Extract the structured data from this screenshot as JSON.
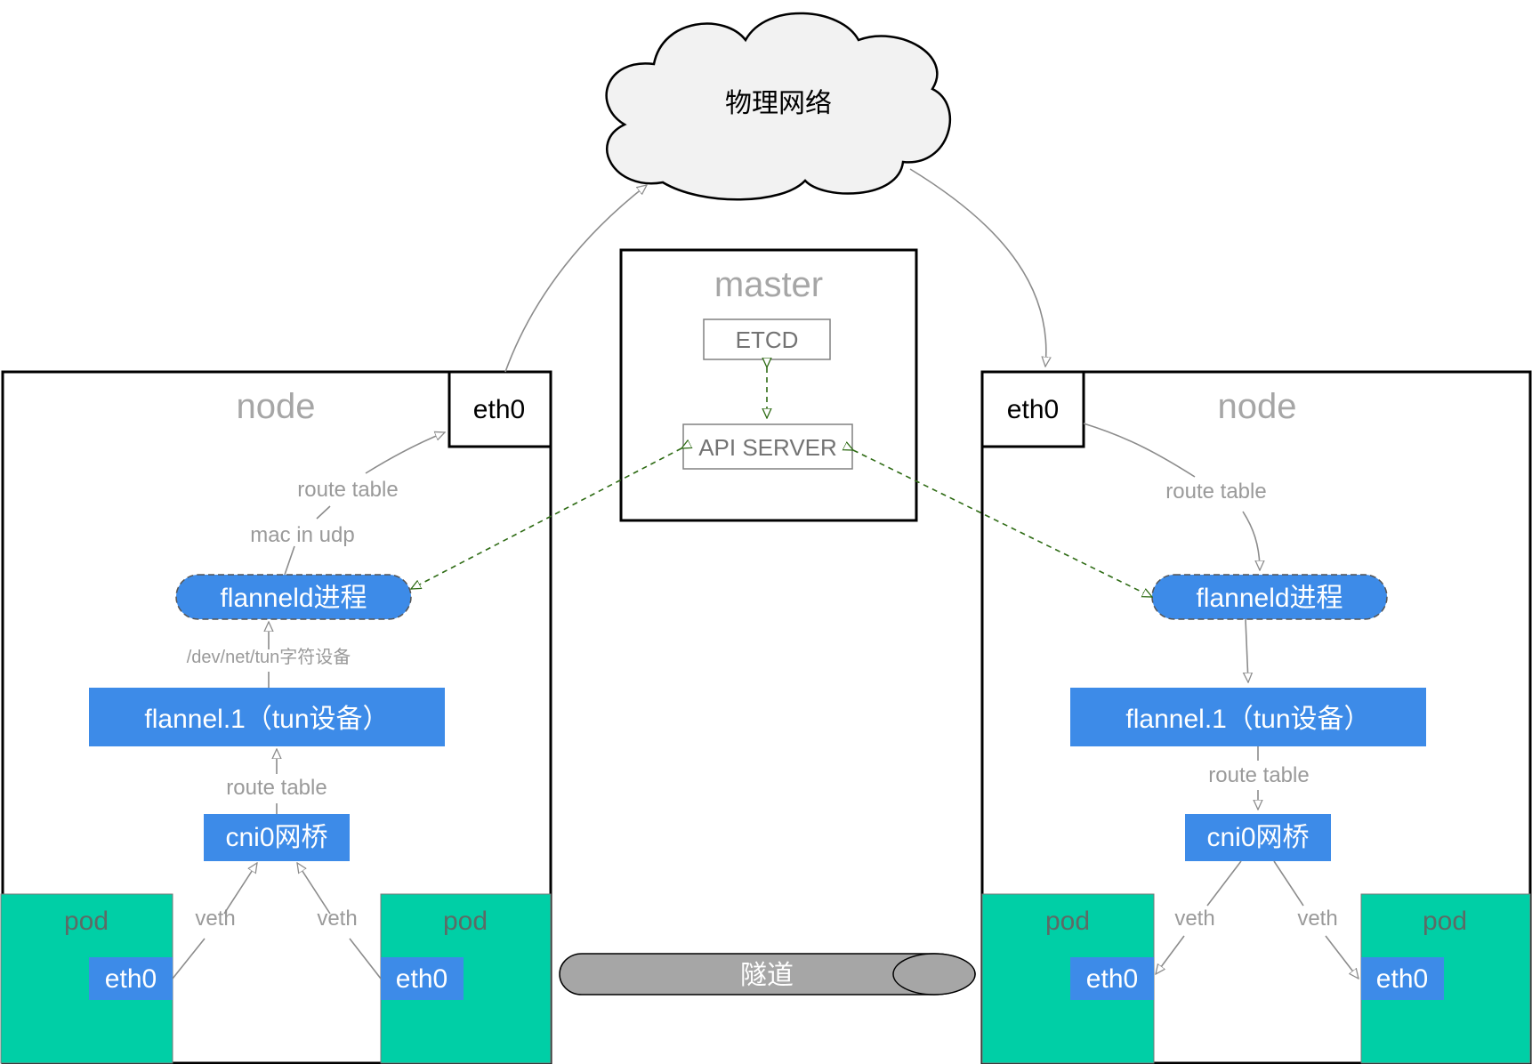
{
  "cloud": {
    "label": "物理网络"
  },
  "master": {
    "title": "master",
    "etcd": "ETCD",
    "api_server": "API SERVER"
  },
  "tunnel": {
    "label": "隧道"
  },
  "left_node": {
    "title": "node",
    "eth0": "eth0",
    "route_table_top": "route table",
    "mac_in_udp": "mac in udp",
    "flanneld": "flanneld进程",
    "tun_dev_label": "/dev/net/tun字符设备",
    "flannel_dev": "flannel.1（tun设备）",
    "route_table_bottom": "route table",
    "bridge": "cni0网桥",
    "veth_left": "veth",
    "veth_right": "veth",
    "pod_left": {
      "title": "pod",
      "eth0": "eth0"
    },
    "pod_right": {
      "title": "pod",
      "eth0": "eth0"
    }
  },
  "right_node": {
    "title": "node",
    "eth0": "eth0",
    "route_table_top": "route table",
    "flanneld": "flanneld进程",
    "flannel_dev": "flannel.1（tun设备）",
    "route_table_bottom": "route table",
    "bridge": "cni0网桥",
    "veth_left": "veth",
    "veth_right": "veth",
    "pod_left": {
      "title": "pod",
      "eth0": "eth0"
    },
    "pod_right": {
      "title": "pod",
      "eth0": "eth0"
    }
  },
  "colors": {
    "blue": "#3d8be8",
    "green": "#00cfa6",
    "cloud_fill": "#f2f2f2",
    "tunnel_fill": "#a6a6a6",
    "arrow_gray": "#8c8c8c",
    "dashed_green": "#2e6b14",
    "label_gray": "#9a9a9a"
  }
}
